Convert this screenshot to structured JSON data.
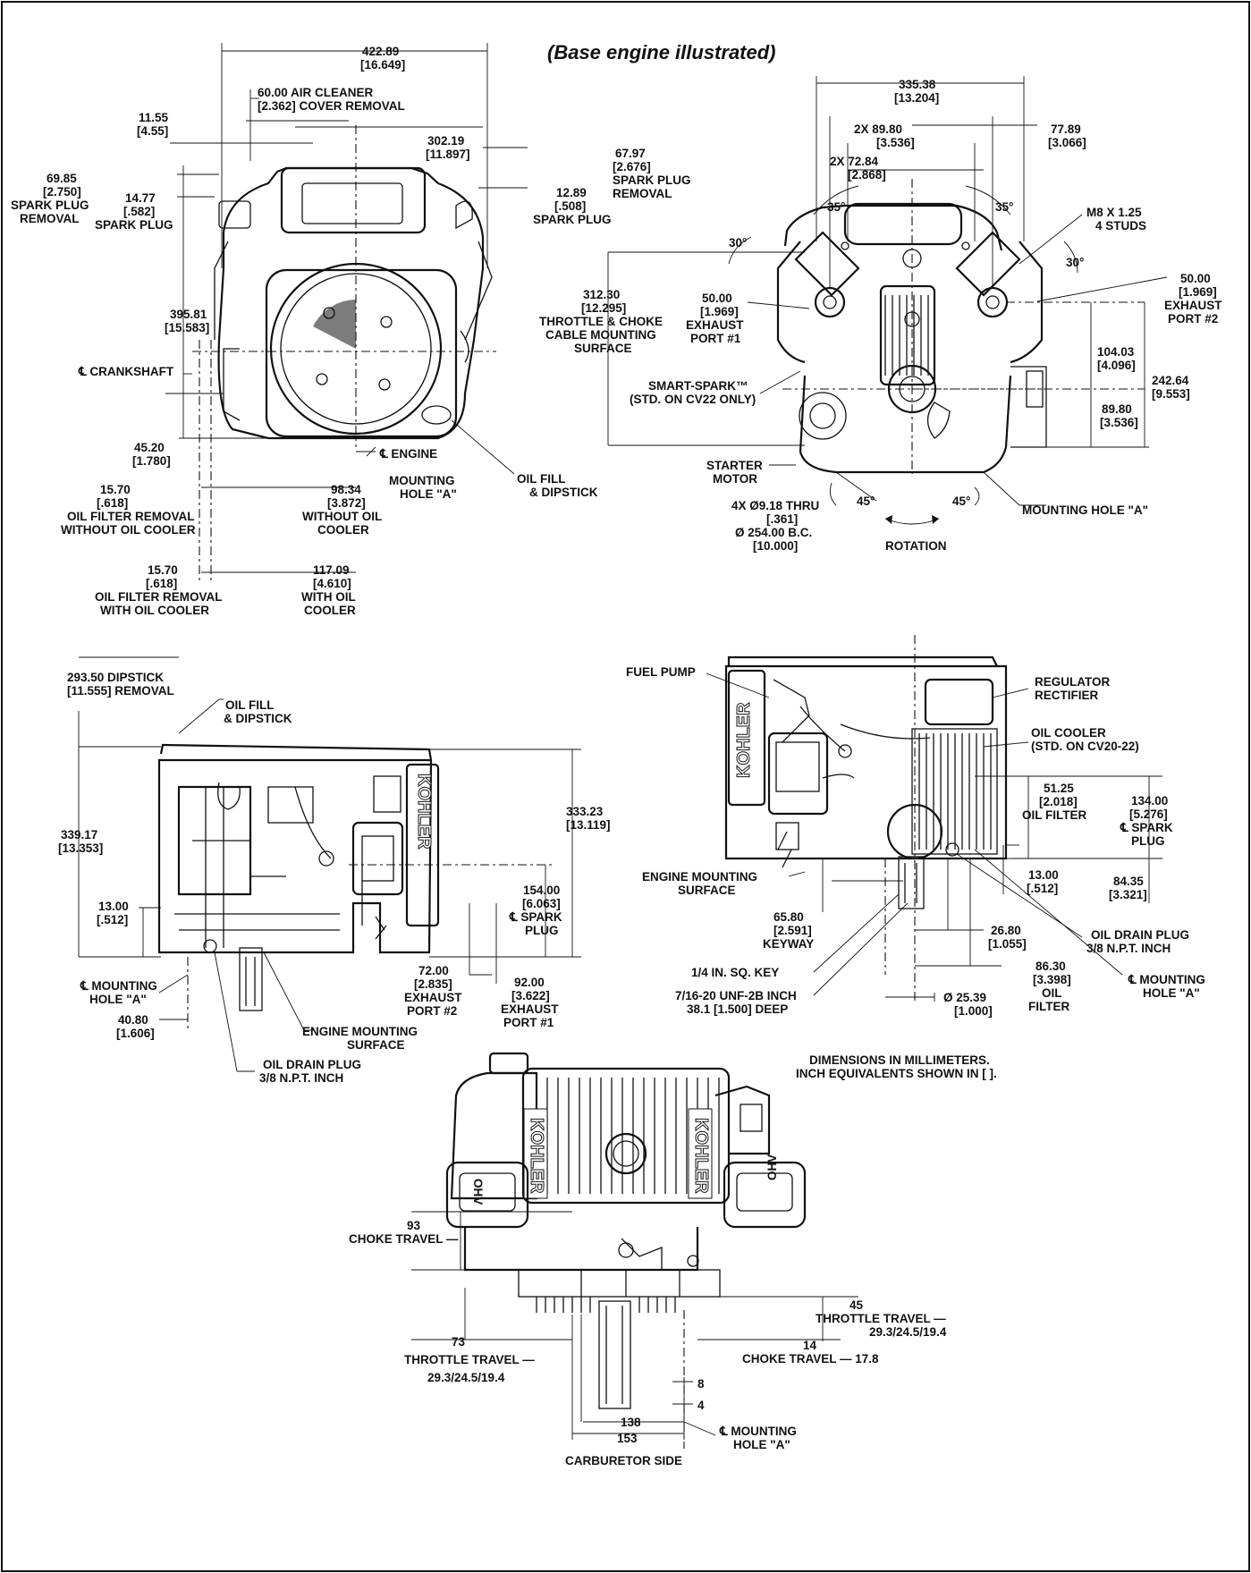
{
  "title": "(Base engine illustrated)",
  "brand": "KOHLER",
  "badge": "OHV",
  "views": {
    "front": {
      "d_422_89": [
        "422.89",
        "[16.649]"
      ],
      "d_60_00": [
        "60.00  AIR CLEANER",
        "[2.362] COVER REMOVAL"
      ],
      "d_11_55": [
        "11.55",
        "[4.55]"
      ],
      "d_302_19": [
        "302.19",
        "[11.897]"
      ],
      "d_67_97": [
        "67.97",
        "[2.676]",
        "SPARK PLUG",
        "REMOVAL"
      ],
      "d_69_85": [
        "69.85",
        "[2.750]",
        "SPARK PLUG",
        "REMOVAL"
      ],
      "d_14_77": [
        "14.77",
        "[.582]",
        "SPARK PLUG"
      ],
      "d_12_89": [
        "12.89",
        "[.508]",
        "SPARK PLUG"
      ],
      "d_395_81": [
        "395.81",
        "[15.583]"
      ],
      "crankshaft": "℄ CRANKSHAFT",
      "d_45_20": [
        "45.20",
        "[1.780]"
      ],
      "engine": "℄ ENGINE",
      "mounting_hole": [
        "MOUNTING",
        "HOLE \"A\""
      ],
      "oil_fill": [
        "OIL FILL",
        "& DIPSTICK"
      ],
      "d_15_70a": [
        "15.70",
        "[.618]",
        "OIL FILTER REMOVAL",
        "WITHOUT OIL COOLER"
      ],
      "d_98_34": [
        "98.34",
        "[3.872]",
        "WITHOUT OIL",
        "COOLER"
      ],
      "d_15_70b": [
        "15.70",
        "[.618]",
        "OIL FILTER REMOVAL",
        "WITH OIL COOLER"
      ],
      "d_117_09": [
        "117.09",
        "[4.610]",
        "WITH OIL",
        "COOLER"
      ]
    },
    "top": {
      "d_335_38": [
        "335.38",
        "[13.204]"
      ],
      "d_89_80a": [
        "2X 89.80",
        "[3.536]"
      ],
      "d_77_89": [
        "77.89",
        "[3.066]"
      ],
      "d_72_84": [
        "2X 72.84",
        "[2.868]"
      ],
      "ang_35a": "35°",
      "ang_35b": "35°",
      "ang_30a": "30°",
      "ang_30b": "30°",
      "m8": [
        "M8 X 1.25",
        "4 STUDS"
      ],
      "d_312_30": [
        "312.30",
        "[12.295]",
        "THROTTLE & CHOKE",
        "CABLE MOUNTING",
        "SURFACE"
      ],
      "d_50_00a": [
        "50.00",
        "[1.969]",
        "EXHAUST",
        "PORT #1"
      ],
      "d_50_00b": [
        "50.00",
        "[1.969]",
        "EXHAUST",
        "PORT #2"
      ],
      "d_104_03": [
        "104.03",
        "[4.096]"
      ],
      "d_242_64": [
        "242.64",
        "[9.553]"
      ],
      "smart_spark": [
        "SMART-SPARK™",
        "(STD. ON CV22 ONLY)"
      ],
      "d_89_80b": [
        "89.80",
        "[3.536]"
      ],
      "starter": [
        "STARTER",
        "MOTOR"
      ],
      "ang_45a": "45°",
      "ang_45b": "45°",
      "mounting_hole": "MOUNTING HOLE \"A\"",
      "holes": [
        "4X Ø9.18 THRU",
        "[.361]",
        "Ø 254.00 B.C.",
        "[10.000]"
      ],
      "rotation": "ROTATION"
    },
    "side_left": {
      "d_293_50": [
        "293.50  DIPSTICK",
        "[11.555] REMOVAL"
      ],
      "oil_fill": [
        "OIL FILL",
        "& DIPSTICK"
      ],
      "d_339_17": [
        "339.17",
        "[13.353]"
      ],
      "d_333_23": [
        "333.23",
        "[13.119]"
      ],
      "d_13_00": [
        "13.00",
        "[.512]"
      ],
      "d_154_00": [
        "154.00",
        "[6.063]",
        "℄ SPARK",
        "PLUG"
      ],
      "mounting_hole": [
        "℄ MOUNTING",
        "HOLE \"A\""
      ],
      "d_72_00": [
        "72.00",
        "[2.835]",
        "EXHAUST",
        "PORT #2"
      ],
      "d_92_00": [
        "92.00",
        "[3.622]",
        "EXHAUST",
        "PORT #1"
      ],
      "d_40_80": [
        "40.80",
        "[1.606]"
      ],
      "engine_mount": [
        "ENGINE MOUNTING",
        "SURFACE"
      ],
      "oil_drain": [
        "OIL DRAIN PLUG",
        "3/8 N.P.T. INCH"
      ]
    },
    "side_right": {
      "fuel_pump": "FUEL PUMP",
      "regulator": [
        "REGULATOR",
        "RECTIFIER"
      ],
      "oil_cooler": [
        "OIL COOLER",
        "(STD. ON CV20-22)"
      ],
      "d_51_25": [
        "51.25",
        "[2.018]",
        "OIL FILTER"
      ],
      "d_134_00": [
        "134.00",
        "[5.276]",
        "℄ SPARK",
        "PLUG"
      ],
      "engine_mount": [
        "ENGINE MOUNTING",
        "SURFACE"
      ],
      "d_13_00": [
        "13.00",
        "[.512]"
      ],
      "d_84_35": [
        "84.35",
        "[3.321]"
      ],
      "d_65_80": [
        "65.80",
        "[2.591]",
        "KEYWAY"
      ],
      "d_26_80": [
        "26.80",
        "[1.055]"
      ],
      "oil_drain": [
        "OIL DRAIN PLUG",
        "3/8 N.P.T. INCH"
      ],
      "key": "1/4 IN. SQ. KEY",
      "d_86_30": [
        "86.30",
        "[3.398]",
        "OIL",
        "FILTER"
      ],
      "mounting_hole": [
        "℄ MOUNTING",
        "HOLE \"A\""
      ],
      "thread": [
        "7/16-20 UNF-2B INCH",
        "38.1 [1.500] DEEP"
      ],
      "d_25_39": [
        "Ø 25.39",
        "[1.000]"
      ]
    },
    "note": [
      "DIMENSIONS IN MILLIMETERS.",
      "INCH EQUIVALENTS SHOWN IN [    ]."
    ],
    "rear": {
      "choke_93": [
        "93",
        "CHOKE TRAVEL —"
      ],
      "throttle_45": [
        "45",
        "THROTTLE TRAVEL —",
        "29.3/24.5/19.4"
      ],
      "throttle_73": [
        "73",
        "THROTTLE TRAVEL —",
        "29.3/24.5/19.4"
      ],
      "choke_14": [
        "14",
        "CHOKE TRAVEL — 17.8"
      ],
      "d_8": "8",
      "d_4": "4",
      "d_138": "138",
      "d_153": "153",
      "mounting_hole": [
        "℄ MOUNTING",
        "HOLE \"A\""
      ],
      "carb_side": "CARBURETOR SIDE"
    }
  }
}
